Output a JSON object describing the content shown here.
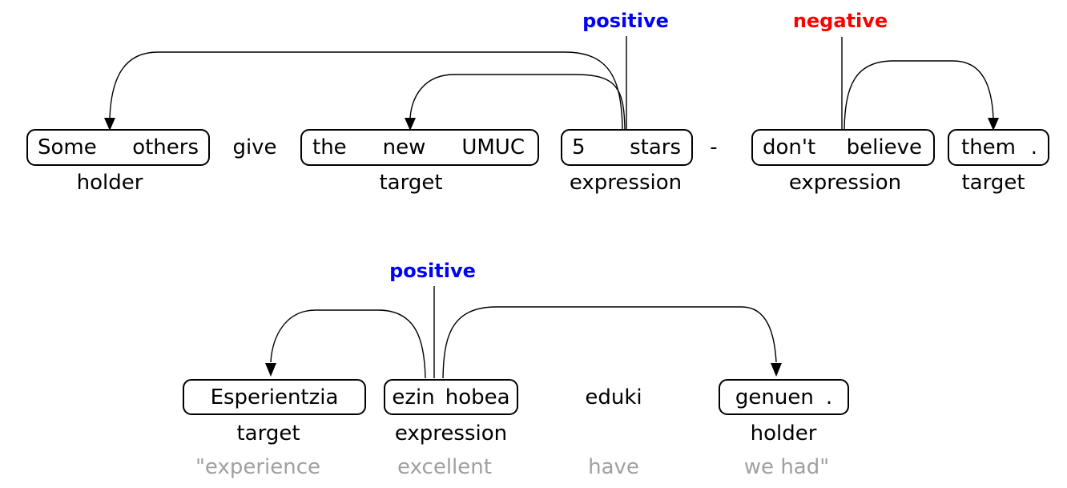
{
  "figure": {
    "colors": {
      "positive_label": "#0000ff",
      "negative_label": "#ff0000",
      "gloss_text": "#a0a0a0",
      "ink": "#000000",
      "background": "#ffffff"
    },
    "sentence1": {
      "polarity_positive": "positive",
      "polarity_negative": "negative",
      "spans": {
        "holder1": {
          "role": "holder",
          "words": [
            "Some",
            "others"
          ]
        },
        "give": {
          "word": "give"
        },
        "target1": {
          "role": "target",
          "words": [
            "the",
            "new",
            "UMUC"
          ]
        },
        "expression1": {
          "role": "expression",
          "words": [
            "5",
            "stars"
          ]
        },
        "dash": {
          "word": "-"
        },
        "expression2": {
          "role": "expression",
          "words": [
            "don't",
            "believe"
          ]
        },
        "target2": {
          "role": "target",
          "words": [
            "them",
            "."
          ]
        }
      }
    },
    "sentence2": {
      "polarity_positive": "positive",
      "spans": {
        "target": {
          "role": "target",
          "words": [
            "Esperientzia"
          ]
        },
        "expression": {
          "role": "expression",
          "words": [
            "ezin",
            "hobea"
          ]
        },
        "eduki": {
          "word": "eduki"
        },
        "holder": {
          "role": "holder",
          "words": [
            "genuen",
            "."
          ]
        }
      },
      "gloss": [
        "\"experience",
        "excellent",
        "have",
        "we had\""
      ]
    }
  }
}
